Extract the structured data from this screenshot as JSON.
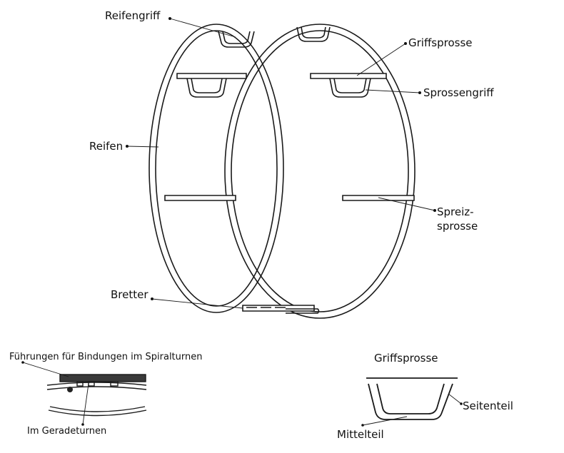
{
  "labels": {
    "reifengriff": "Reifengriff",
    "griffsprosse": "Griffsprosse",
    "sprossengriff": "Sprossengriff",
    "reifen": "Reifen",
    "spreiz_line1": "Spreiz-",
    "spreiz_line2": "sprosse",
    "bretter": "Bretter"
  },
  "detail_left": {
    "fuehrungen": "Führungen für Bindungen im Spiralturnen",
    "geradeturnen": "Im Geradeturnen"
  },
  "detail_right": {
    "title": "Griffsprosse",
    "seitenteil": "Seitenteil",
    "mittelteil": "Mittelteil"
  }
}
